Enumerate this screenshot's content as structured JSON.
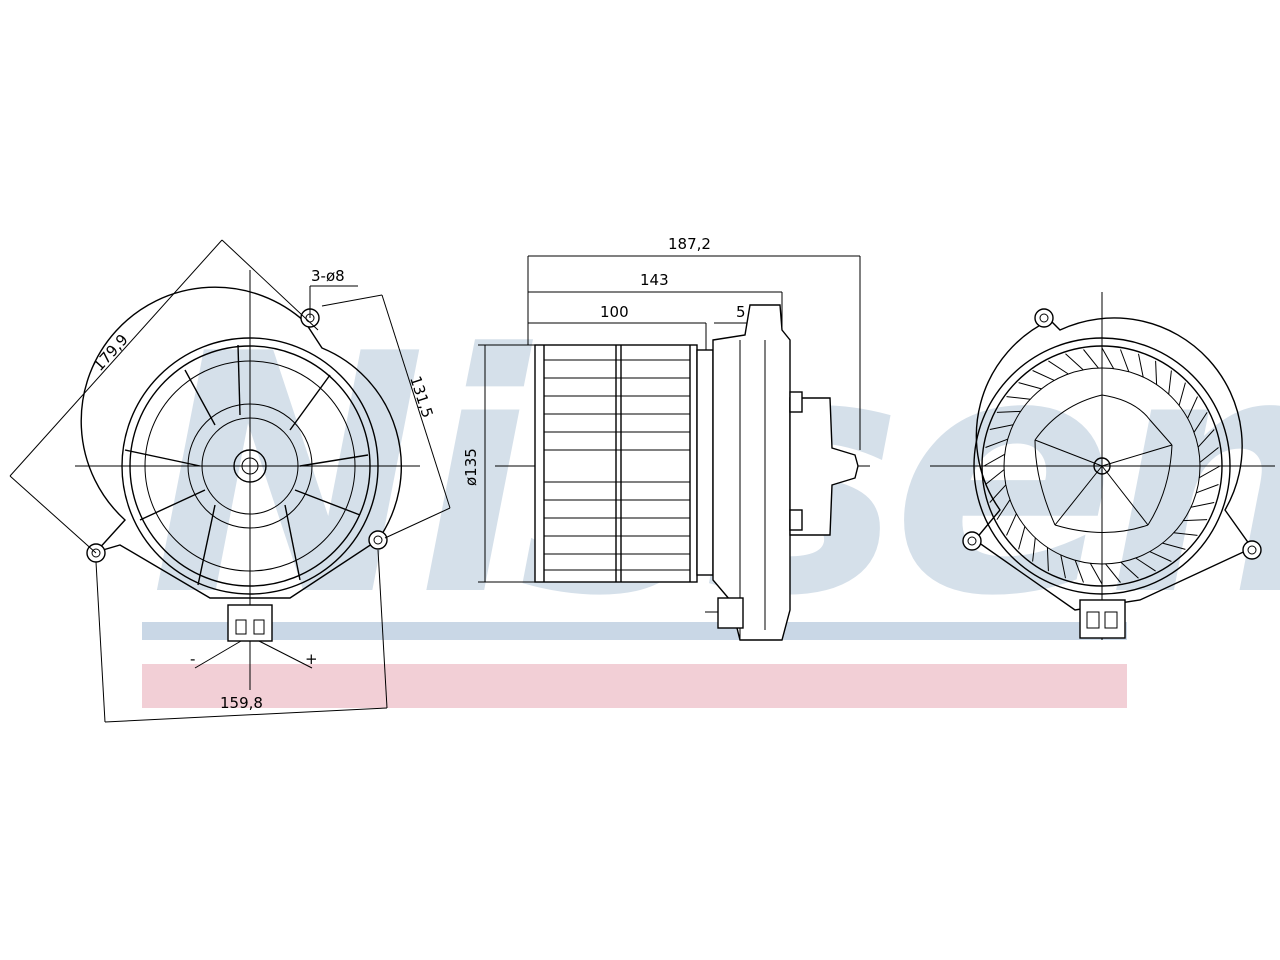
{
  "watermark": {
    "brand": "Nissens",
    "band_top_color": "#c9d7e6",
    "band_bottom_color": "#f2cfd6"
  },
  "dimensions": {
    "diag_width": "179,9",
    "holes": "3-ø8",
    "hole_span": "131,5",
    "base_width": "159,8",
    "total_length": "187,2",
    "length_143": "143",
    "length_100": "100",
    "offset_5": "5",
    "diameter": "ø135"
  },
  "connector": {
    "minus": "-",
    "plus": "+"
  }
}
